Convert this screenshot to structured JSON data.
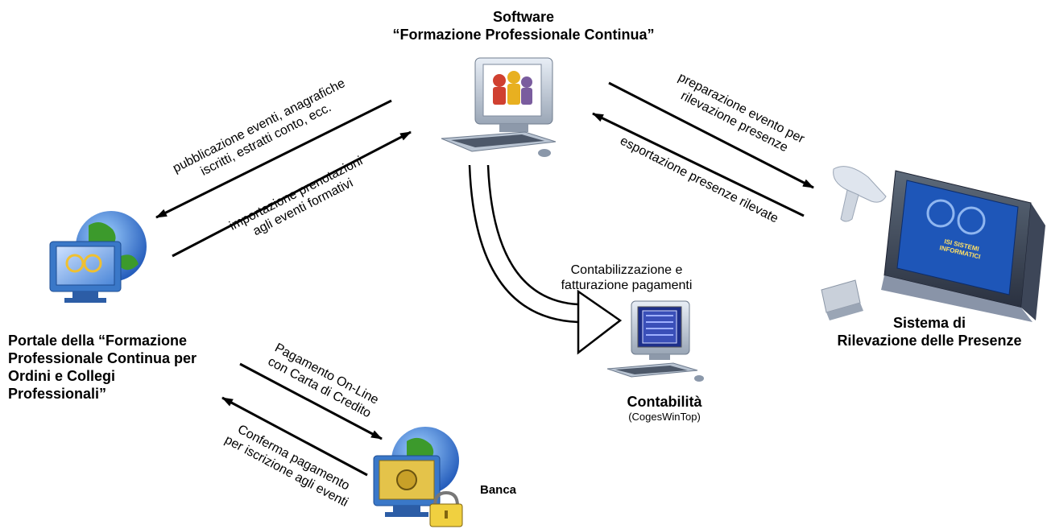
{
  "software": {
    "title_line1": "Software",
    "title_line2": "“Formazione Professionale Continua”"
  },
  "portal": {
    "title_line1": "Portale della “Formazione",
    "title_line2": "Professionale Continua per",
    "title_line3": "Ordini e Collegi",
    "title_line4": "Professionali”"
  },
  "attendance": {
    "title_line1": "Sistema di",
    "title_line2": "Rilevazione delle Presenze",
    "screen_text": "ISI SISTEMI INFORMATICI"
  },
  "accounting": {
    "title": "Contabilità",
    "subtitle": "(CogesWinTop)",
    "flow_label_line1": "Contabilizzazione e",
    "flow_label_line2": "fatturazione pagamenti"
  },
  "bank": {
    "title": "Banca"
  },
  "flows": {
    "publish_line1": "pubblicazione eventi, anagrafiche",
    "publish_line2": "iscritti, estratti conto, ecc.",
    "import_line1": "importazione prenotazioni",
    "import_line2": "agli eventi formativi",
    "prep_line1": "preparazione evento per",
    "prep_line2": "rilevazione presenze",
    "export_line1": "esportazione presenze rilevate",
    "payment_line1": "Pagamento On-Line",
    "payment_line2": "con Carta di Credito",
    "confirm_line1": "Conferma pagamento",
    "confirm_line2": "per iscrizione agli eventi"
  },
  "colors": {
    "arrow": "#000000",
    "monitor_blue": "#3a78c8",
    "globe_blue": "#2f6fd0",
    "globe_green": "#3c9a2c"
  }
}
